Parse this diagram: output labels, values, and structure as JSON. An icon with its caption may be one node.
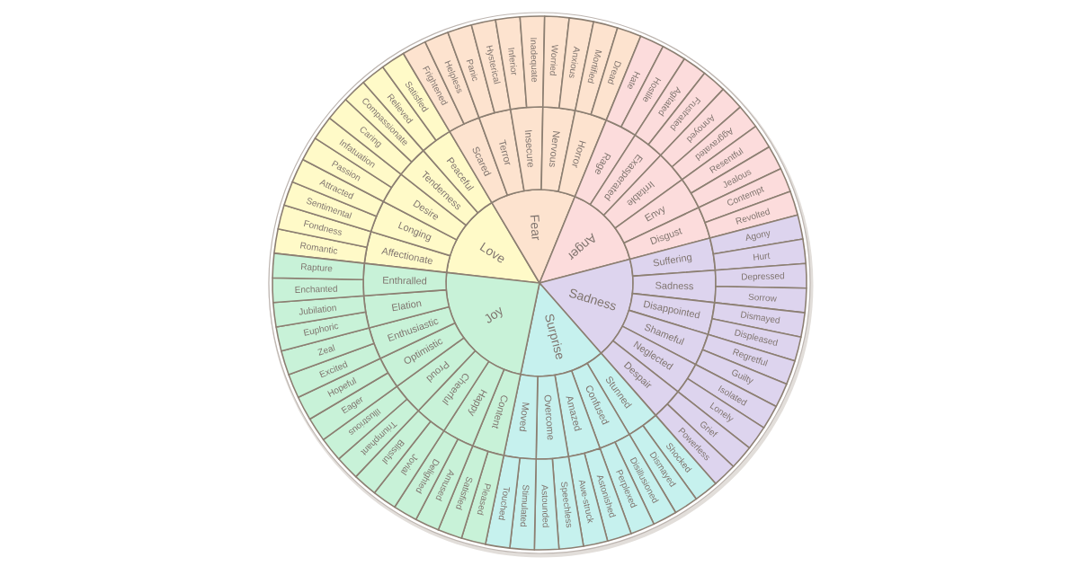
{
  "diagram": {
    "nodes": [
      {
        "text": [
          "Love"
        ]
      },
      {
        "text": [
          "Fear"
        ]
      },
      {
        "text": [
          "Anger"
        ]
      },
      {
        "text": [
          "Sadness"
        ]
      },
      {
        "text": [
          "Surprise"
        ]
      },
      {
        "text": [
          "Joy"
        ]
      },
      {
        "text": [
          "Affectionate"
        ]
      },
      {
        "text": [
          "Longing"
        ]
      },
      {
        "text": [
          "Desire"
        ]
      },
      {
        "text": [
          "Tenderness"
        ]
      },
      {
        "text": [
          "Peaceful"
        ]
      },
      {
        "text": [
          "Scared"
        ]
      },
      {
        "text": [
          "Terror"
        ]
      },
      {
        "text": [
          "Insecure"
        ]
      },
      {
        "text": [
          "Nervous"
        ]
      },
      {
        "text": [
          "Horror"
        ]
      },
      {
        "text": [
          "Rage"
        ]
      },
      {
        "text": [
          "Exasperated"
        ]
      },
      {
        "text": [
          "Irritable"
        ]
      },
      {
        "text": [
          "Envy"
        ]
      },
      {
        "text": [
          "Disgust"
        ]
      },
      {
        "text": [
          "Suffering"
        ]
      },
      {
        "text": [
          "Sadness"
        ]
      },
      {
        "text": [
          "Disappointed"
        ]
      },
      {
        "text": [
          "Shameful"
        ]
      },
      {
        "text": [
          "Neglected"
        ]
      },
      {
        "text": [
          "Despair"
        ]
      },
      {
        "text": [
          "Stunned"
        ]
      },
      {
        "text": [
          "Confused"
        ]
      },
      {
        "text": [
          "Amazed"
        ]
      },
      {
        "text": [
          "Overcome"
        ]
      },
      {
        "text": [
          "Moved"
        ]
      },
      {
        "text": [
          "Content"
        ]
      },
      {
        "text": [
          "Happy"
        ]
      },
      {
        "text": [
          "Cheerful"
        ]
      },
      {
        "text": [
          "Proud"
        ]
      },
      {
        "text": [
          "Optimistic"
        ]
      },
      {
        "text": [
          "Enthusiastic"
        ]
      },
      {
        "text": [
          "Elation"
        ]
      },
      {
        "text": [
          "Enthralled"
        ]
      },
      {
        "text": [
          "Romantic"
        ]
      },
      {
        "text": [
          "Fondness"
        ]
      },
      {
        "text": [
          "Sentimental"
        ]
      },
      {
        "text": [
          "Attracted"
        ]
      },
      {
        "text": [
          "Passion"
        ]
      },
      {
        "text": [
          "Infatuation"
        ]
      },
      {
        "text": [
          "Caring"
        ]
      },
      {
        "text": [
          "Compassionate"
        ]
      },
      {
        "text": [
          "Relieved"
        ]
      },
      {
        "text": [
          "Satisfied"
        ]
      },
      {
        "text": [
          "Frightened"
        ]
      },
      {
        "text": [
          "Helpless"
        ]
      },
      {
        "text": [
          "Panic"
        ]
      },
      {
        "text": [
          "Hysterical"
        ]
      },
      {
        "text": [
          "Inferior"
        ]
      },
      {
        "text": [
          "Inadequate"
        ]
      },
      {
        "text": [
          "Worried"
        ]
      },
      {
        "text": [
          "Anxious"
        ]
      },
      {
        "text": [
          "Mortified"
        ]
      },
      {
        "text": [
          "Dread"
        ]
      },
      {
        "text": [
          "Hate"
        ]
      },
      {
        "text": [
          "Hostile"
        ]
      },
      {
        "text": [
          "Agitated"
        ]
      },
      {
        "text": [
          "Frustrated"
        ]
      },
      {
        "text": [
          "Annoyed"
        ]
      },
      {
        "text": [
          "Aggravated"
        ]
      },
      {
        "text": [
          "Resentful"
        ]
      },
      {
        "text": [
          "Jealous"
        ]
      },
      {
        "text": [
          "Contempt"
        ]
      },
      {
        "text": [
          "Revolted"
        ]
      },
      {
        "text": [
          "Agony"
        ]
      },
      {
        "text": [
          "Hurt"
        ]
      },
      {
        "text": [
          "Depressed"
        ]
      },
      {
        "text": [
          "Sorrow"
        ]
      },
      {
        "text": [
          "Dismayed"
        ]
      },
      {
        "text": [
          "Displeased"
        ]
      },
      {
        "text": [
          "Regretful"
        ]
      },
      {
        "text": [
          "Guilty"
        ]
      },
      {
        "text": [
          "Isolated"
        ]
      },
      {
        "text": [
          "Lonely"
        ]
      },
      {
        "text": [
          "Grief"
        ]
      },
      {
        "text": [
          "Powerless"
        ]
      },
      {
        "text": [
          "Shocked"
        ]
      },
      {
        "text": [
          "Dismayed"
        ]
      },
      {
        "text": [
          "Disillusioned"
        ]
      },
      {
        "text": [
          "Perplexed"
        ]
      },
      {
        "text": [
          "Astonished"
        ]
      },
      {
        "text": [
          "Awe-struck"
        ]
      },
      {
        "text": [
          "Speechless"
        ]
      },
      {
        "text": [
          "Astounded"
        ]
      },
      {
        "text": [
          "Stimulated"
        ]
      },
      {
        "text": [
          "Touched"
        ]
      },
      {
        "text": [
          "Pleased"
        ]
      },
      {
        "text": [
          "Satisfied"
        ]
      },
      {
        "text": [
          "Amused"
        ]
      },
      {
        "text": [
          "Delighted"
        ]
      },
      {
        "text": [
          "Jovial"
        ]
      },
      {
        "text": [
          "Blissful"
        ]
      },
      {
        "text": [
          "Triumphant"
        ]
      },
      {
        "text": [
          "Illustrious"
        ]
      },
      {
        "text": [
          "Eager"
        ]
      },
      {
        "text": [
          "Hopeful"
        ]
      },
      {
        "text": [
          "Excited"
        ]
      },
      {
        "text": [
          "Zeal"
        ]
      },
      {
        "text": [
          "Euphoric"
        ]
      },
      {
        "text": [
          "Jubilation"
        ]
      },
      {
        "text": [
          "Enchanted"
        ]
      },
      {
        "text": [
          "Rapture"
        ]
      }
    ]
  }
}
